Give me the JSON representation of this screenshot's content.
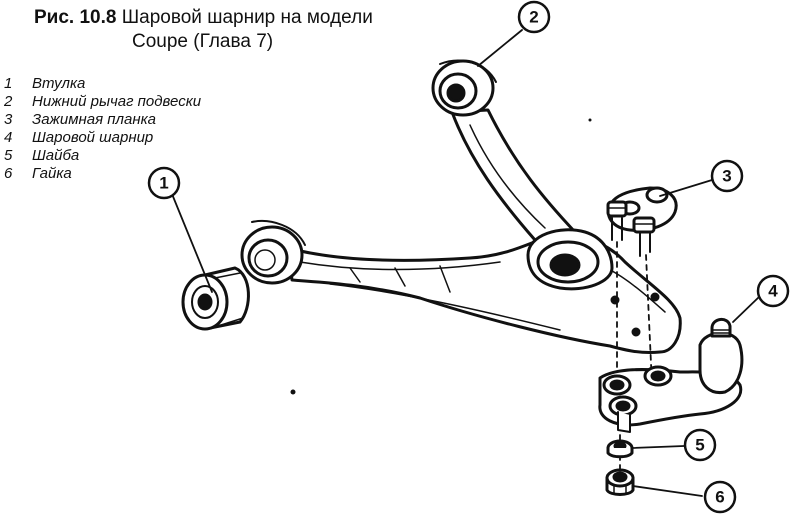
{
  "figure": {
    "number": "Рис. 10.8",
    "title_line1": "Шаровой шарнир на модели",
    "title_line2": "Coupe (Глава 7)"
  },
  "legend": [
    {
      "num": "1",
      "label": "Втулка"
    },
    {
      "num": "2",
      "label": "Нижний рычаг подвески"
    },
    {
      "num": "3",
      "label": "Зажимная планка"
    },
    {
      "num": "4",
      "label": "Шаровой шарнир"
    },
    {
      "num": "5",
      "label": "Шайба"
    },
    {
      "num": "6",
      "label": "Гайка"
    }
  ],
  "callouts": {
    "c1": "1",
    "c2": "2",
    "c3": "3",
    "c4": "4",
    "c5": "5",
    "c6": "6"
  }
}
